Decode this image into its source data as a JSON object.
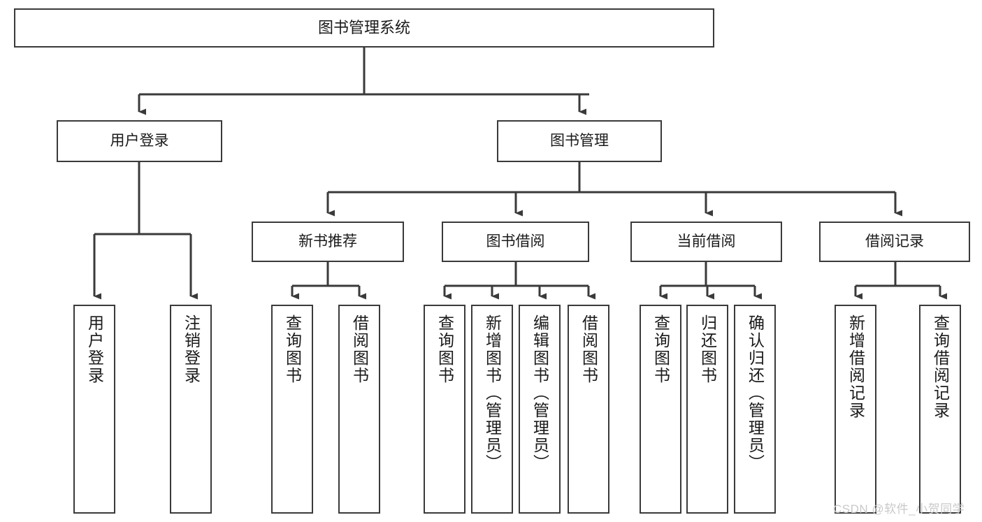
{
  "diagram": {
    "title": "图书管理系统",
    "type": "tree-hierarchy-chart",
    "watermark": "CSDN @软件_小贺同学",
    "colors": {
      "box_border": "#3a3a3a",
      "box_fill": "#ffffff",
      "connector": "#3a3a3a",
      "text": "#1a1a1a",
      "watermark": "#c9c9c9",
      "background": "#ffffff"
    },
    "root": {
      "label": "图书管理系统"
    },
    "level2": [
      {
        "label": "用户登录"
      },
      {
        "label": "图书管理"
      }
    ],
    "level3": [
      {
        "label": "新书推荐"
      },
      {
        "label": "图书借阅"
      },
      {
        "label": "当前借阅"
      },
      {
        "label": "借阅记录"
      }
    ],
    "leaves": {
      "user_login": [
        {
          "label": "用户登录"
        },
        {
          "label": "注销登录"
        }
      ],
      "new_book_recommend": [
        {
          "label": "查询图书"
        },
        {
          "label": "借阅图书"
        }
      ],
      "book_borrow": [
        {
          "label": "查询图书"
        },
        {
          "label": "新增图书（管理员）"
        },
        {
          "label": "编辑图书（管理员）"
        },
        {
          "label": "借阅图书"
        }
      ],
      "current_borrow": [
        {
          "label": "查询图书"
        },
        {
          "label": "归还图书"
        },
        {
          "label": "确认归还（管理员）"
        }
      ],
      "borrow_record": [
        {
          "label": "新增借阅记录"
        },
        {
          "label": "查询借阅记录"
        }
      ]
    }
  }
}
